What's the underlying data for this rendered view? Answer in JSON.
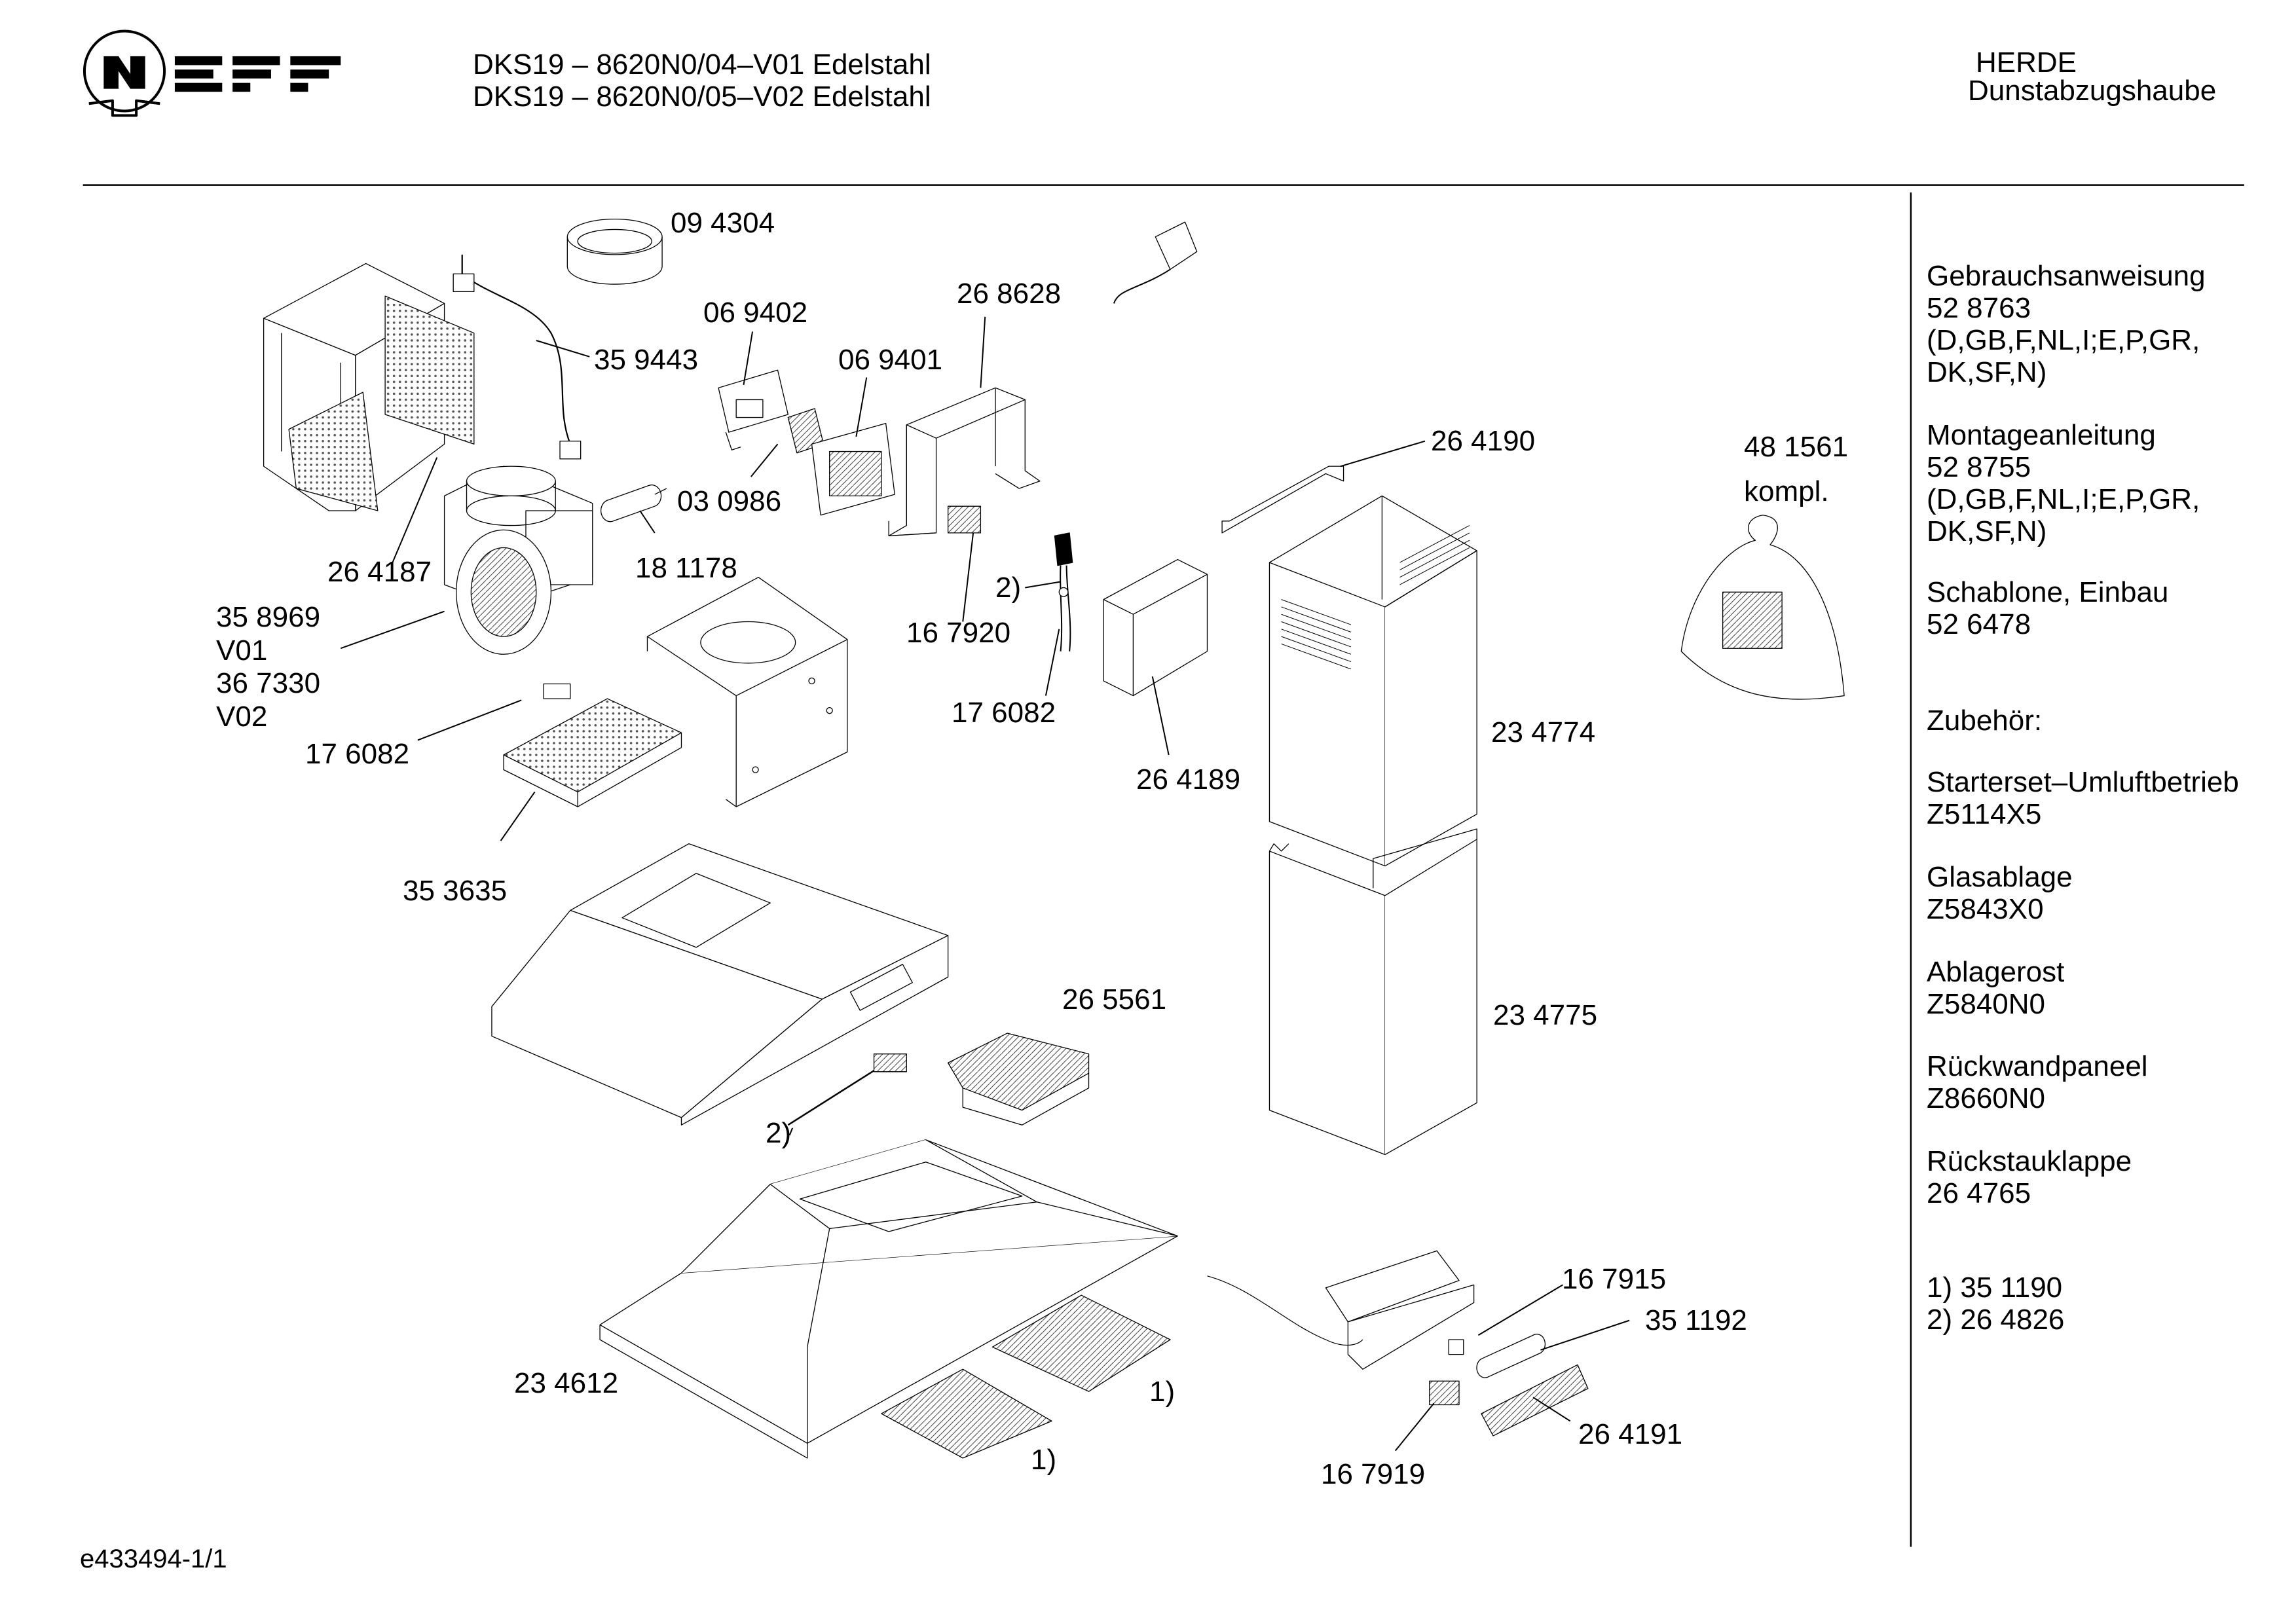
{
  "header": {
    "brand": "NEFF",
    "model_lines": [
      "DKS19 – 8620N0/04–V01  Edelstahl",
      "DKS19 – 8620N0/05–V02  Edelstahl"
    ],
    "category": "HERDE",
    "product": "Dunstabzugshaube"
  },
  "parts": {
    "p094304": "09 4304",
    "p359443": "35 9443",
    "p069402": "06 9402",
    "p069401": "06 9401",
    "p268628": "26 8628",
    "p030986": "03 0986",
    "p264187": "26 4187",
    "p181178": "18 1178",
    "p358969": "35 8969",
    "v01": "V01",
    "p367330": "36 7330",
    "v02": "V02",
    "p176082a": "17 6082",
    "p167920": "16 7920",
    "note2a": "2)",
    "p176082b": "17 6082",
    "p264190": "26 4190",
    "p481561": "48 1561",
    "kompl": "kompl.",
    "p234774": "23 4774",
    "p264189": "26 4189",
    "p353635": "35 3635",
    "p265561": "26 5561",
    "p234775": "23 4775",
    "note2b": "2)",
    "p167915": "16 7915",
    "p351192": "35 1192",
    "p234612": "23 4612",
    "note1a": "1)",
    "note1b": "1)",
    "p264191": "26 4191",
    "p167919": "16 7919"
  },
  "sidebar": {
    "manual_title": "Gebrauchsanweisung",
    "manual_no": "52 8763",
    "manual_langs": "(D,GB,F,NL,I;E,P,GR, DK,SF,N)",
    "mount_title": "Montageanleitung",
    "mount_no": "52 8755",
    "mount_langs": "(D,GB,F,NL,I;E,P,GR, DK,SF,N)",
    "template_title": "Schablone, Einbau",
    "template_no": "52 6478",
    "accessories_title": "Zubehör:",
    "acc1_name": "Starterset–Umluftbetrieb",
    "acc1_no": "Z5114X5",
    "acc2_name": "Glasablage",
    "acc2_no": "Z5843X0",
    "acc3_name": "Ablagerost",
    "acc3_no": "Z5840N0",
    "acc4_name": "Rückwandpaneel",
    "acc4_no": "Z8660N0",
    "acc5_name": "Rückstauklappe",
    "acc5_no": "26 4765",
    "note1": "1)  35 1190",
    "note2": "2)  26 4826"
  },
  "footer": {
    "doc_id": "e433494-1/1"
  }
}
